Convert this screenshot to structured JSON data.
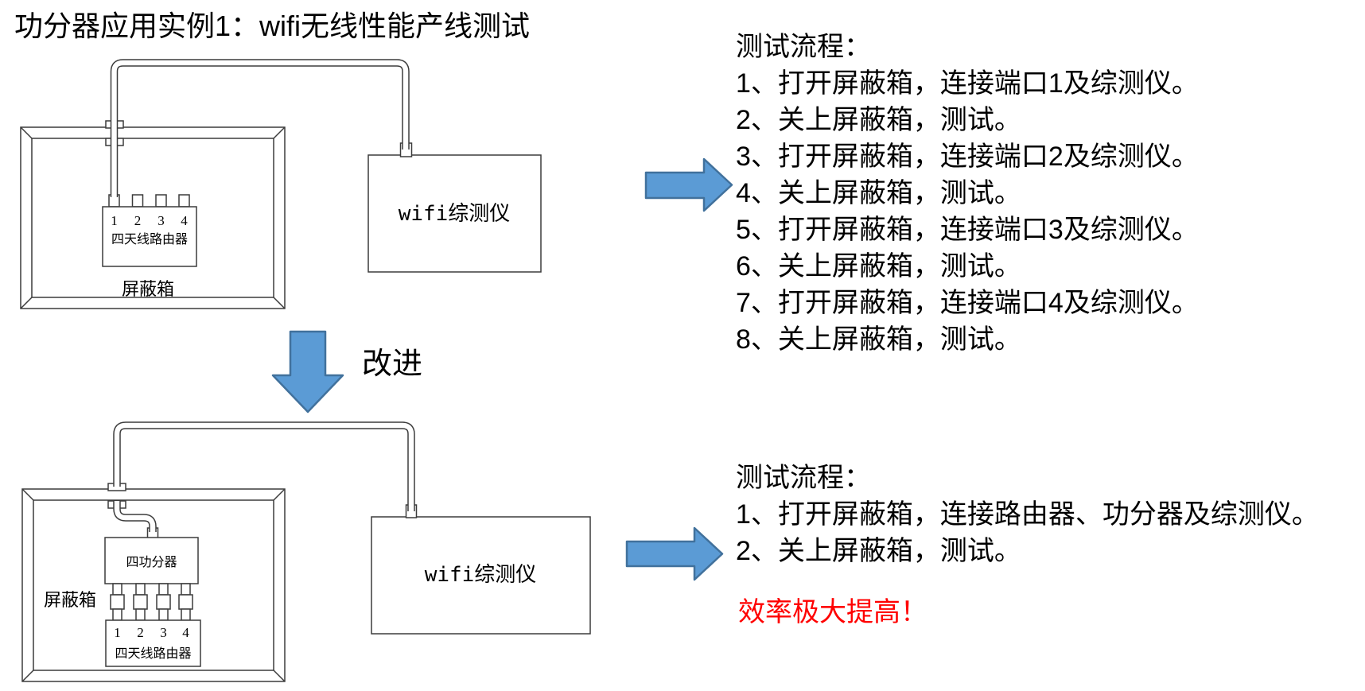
{
  "title": "功分器应用实例1：wifi无线性能产线测试",
  "improve_arrow_label": "改进",
  "colors": {
    "arrow_fill": "#5B9BD5",
    "arrow_stroke": "#41719C",
    "diagram_line": "#3C3C3C",
    "highlight_text": "#FF0000"
  },
  "top_diagram": {
    "shield_box_label": "屏蔽箱",
    "router_label": "四天线路由器",
    "ports": [
      "1",
      "2",
      "3",
      "4"
    ],
    "tester_label": "wifi综测仪"
  },
  "bottom_diagram": {
    "shield_box_label": "屏蔽箱",
    "divider_label": "四功分器",
    "router_label": "四天线路由器",
    "ports": [
      "1",
      "2",
      "3",
      "4"
    ],
    "tester_label": "wifi综测仪"
  },
  "top_procedure": {
    "heading": "测试流程：",
    "steps": [
      "1、打开屏蔽箱，连接端口1及综测仪。",
      "2、关上屏蔽箱，测试。",
      "3、打开屏蔽箱，连接端口2及综测仪。",
      "4、关上屏蔽箱，测试。",
      "5、打开屏蔽箱，连接端口3及综测仪。",
      "6、关上屏蔽箱，测试。",
      "7、打开屏蔽箱，连接端口4及综测仪。",
      "8、关上屏蔽箱，测试。"
    ]
  },
  "bottom_procedure": {
    "heading": "测试流程：",
    "steps": [
      "1、打开屏蔽箱，连接路由器、功分器及综测仪。",
      "2、关上屏蔽箱，测试。"
    ],
    "highlight": "效率极大提高！"
  }
}
